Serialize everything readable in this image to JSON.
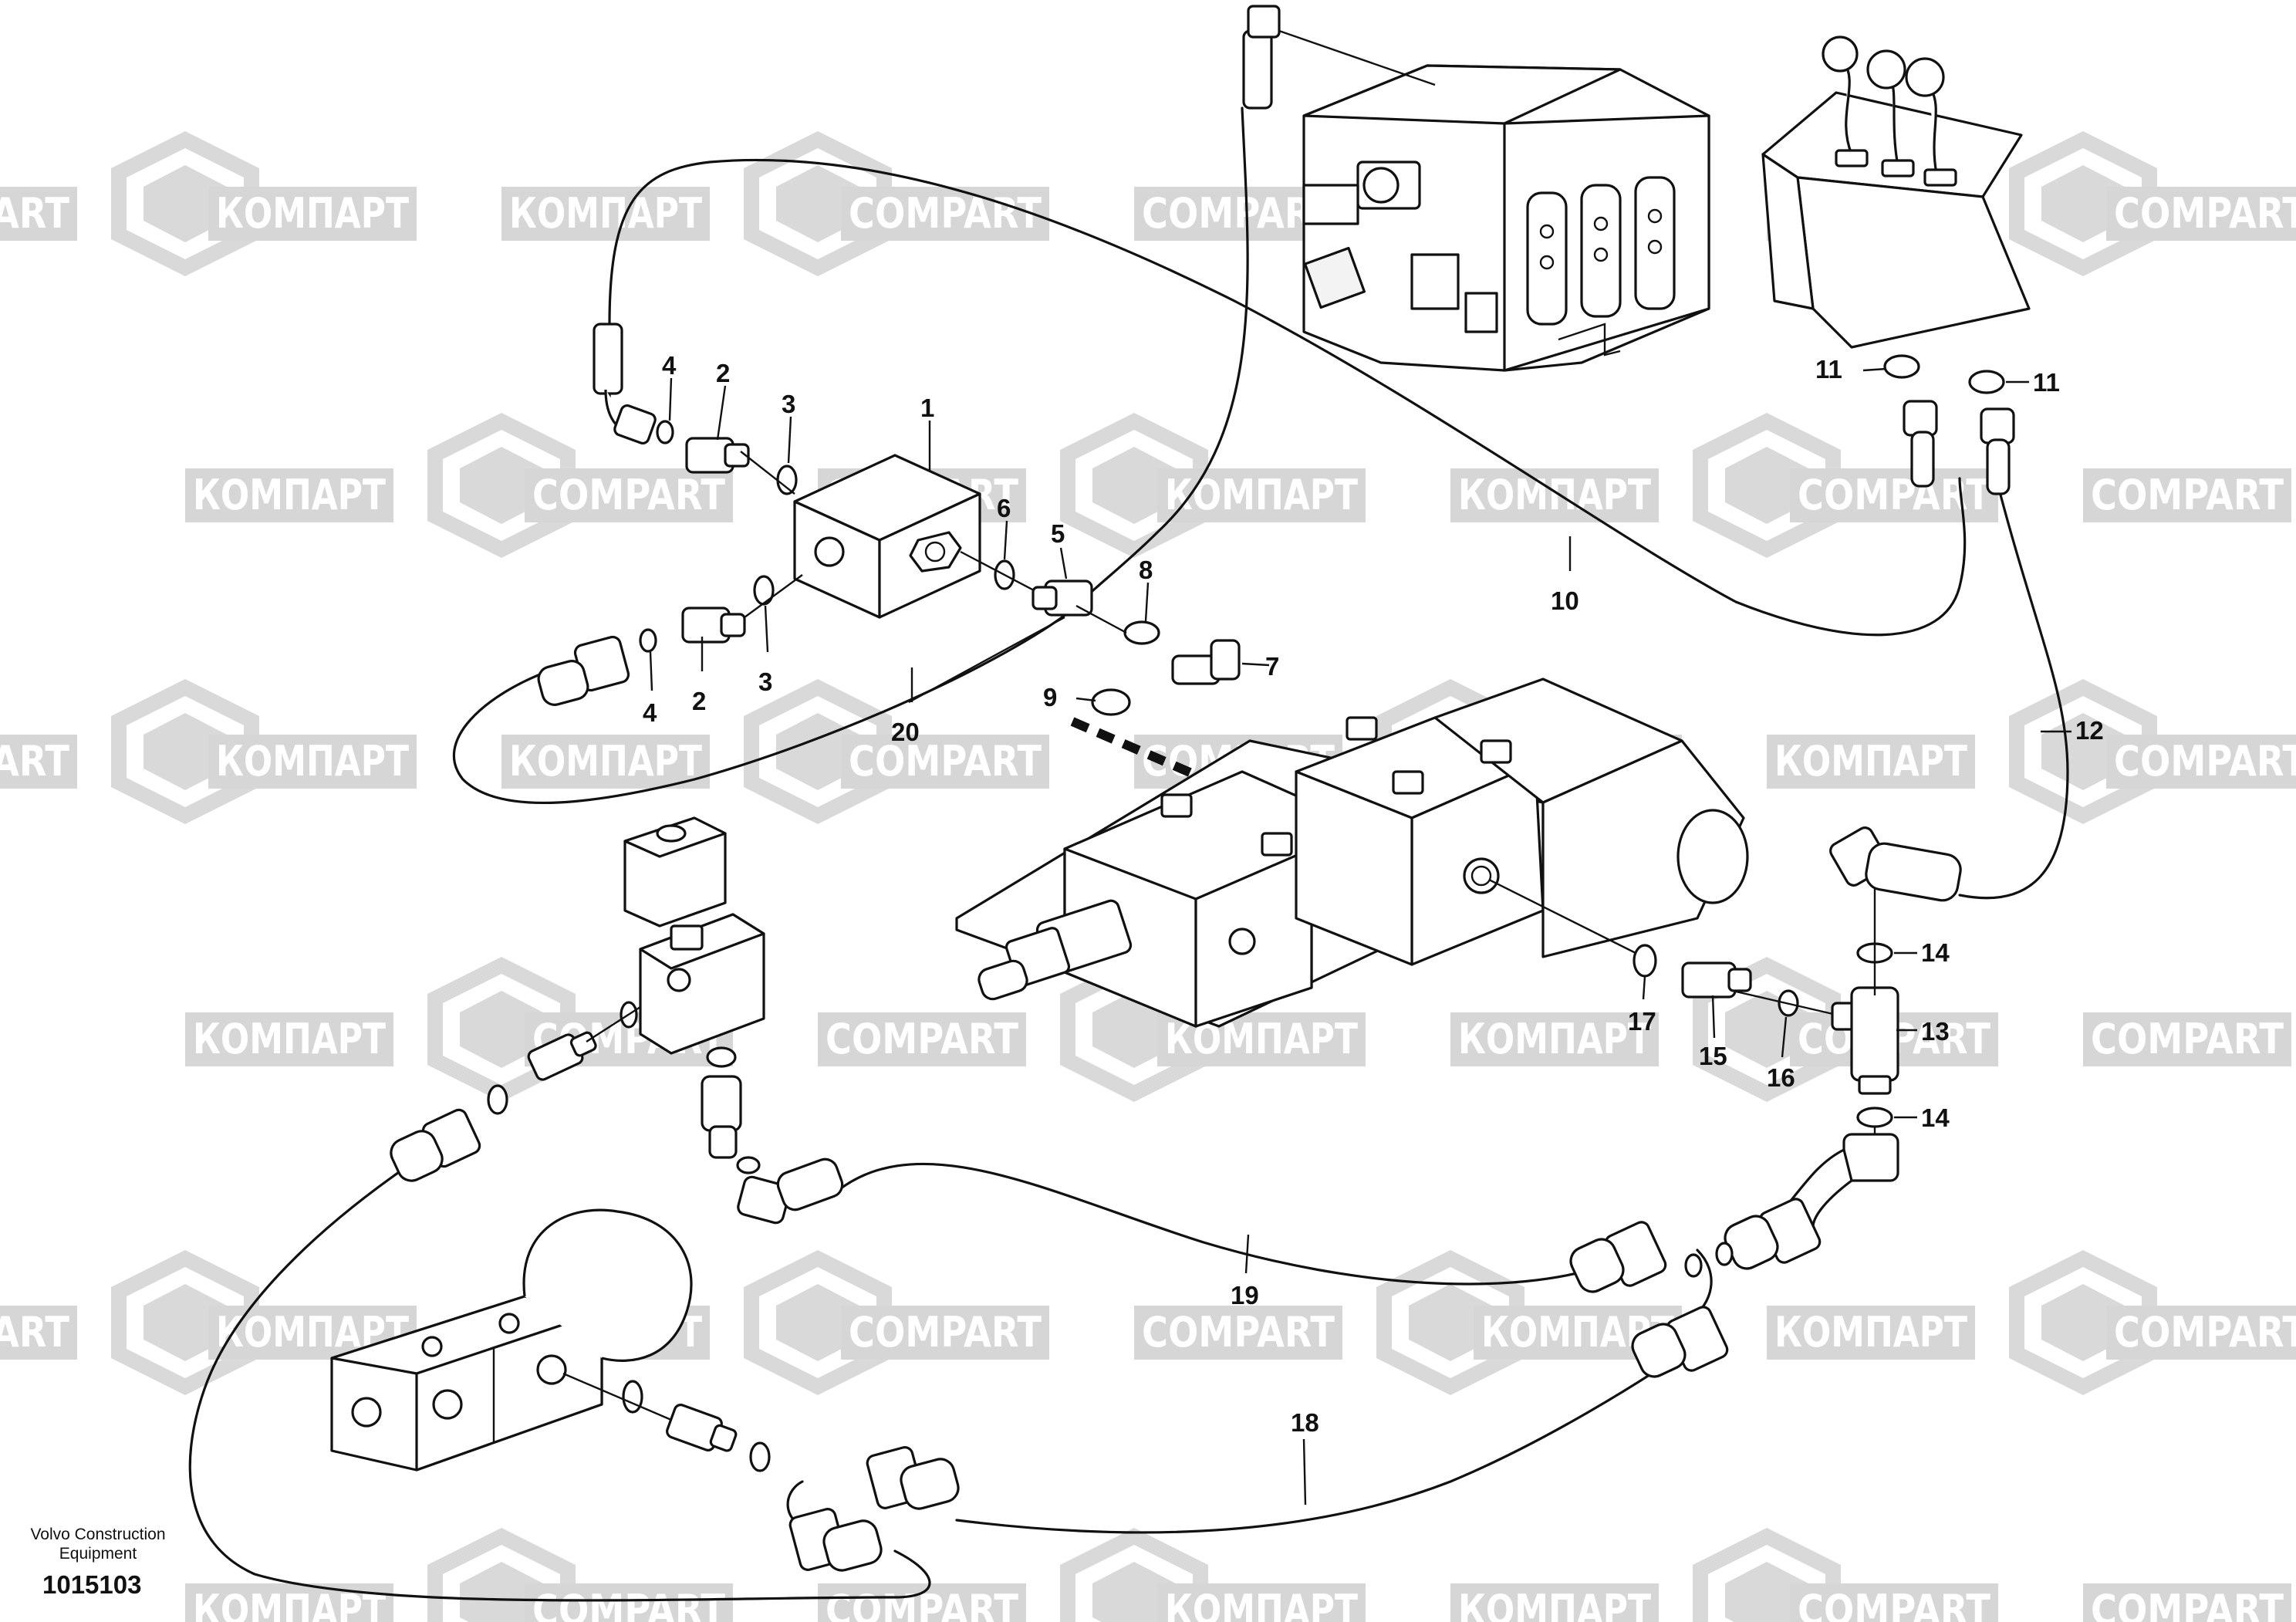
{
  "watermark": {
    "text_cyrillic": "КОМПАРТ",
    "text_latin": "COMPART",
    "color": "#d6d6d6"
  },
  "callouts": [
    {
      "id": "c1",
      "label": "1"
    },
    {
      "id": "c2a",
      "label": "2"
    },
    {
      "id": "c2b",
      "label": "2"
    },
    {
      "id": "c3a",
      "label": "3"
    },
    {
      "id": "c3b",
      "label": "3"
    },
    {
      "id": "c4a",
      "label": "4"
    },
    {
      "id": "c4b",
      "label": "4"
    },
    {
      "id": "c5",
      "label": "5"
    },
    {
      "id": "c6",
      "label": "6"
    },
    {
      "id": "c7",
      "label": "7"
    },
    {
      "id": "c8",
      "label": "8"
    },
    {
      "id": "c9",
      "label": "9"
    },
    {
      "id": "c10",
      "label": "10"
    },
    {
      "id": "c11a",
      "label": "11"
    },
    {
      "id": "c11b",
      "label": "11"
    },
    {
      "id": "c12",
      "label": "12"
    },
    {
      "id": "c13",
      "label": "13"
    },
    {
      "id": "c14a",
      "label": "14"
    },
    {
      "id": "c14b",
      "label": "14"
    },
    {
      "id": "c15",
      "label": "15"
    },
    {
      "id": "c16",
      "label": "16"
    },
    {
      "id": "c17",
      "label": "17"
    },
    {
      "id": "c18",
      "label": "18"
    },
    {
      "id": "c19",
      "label": "19"
    },
    {
      "id": "c20",
      "label": "20"
    }
  ],
  "footer": {
    "line1": "Volvo Construction",
    "line2": "Equipment",
    "drawing_number": "1015103"
  }
}
